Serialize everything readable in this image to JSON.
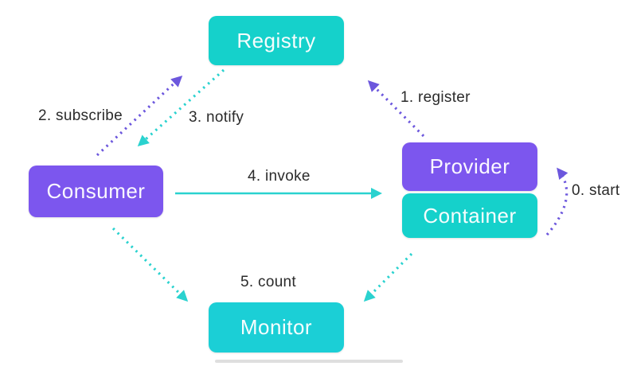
{
  "nodes": {
    "registry": {
      "label": "Registry"
    },
    "consumer": {
      "label": "Consumer"
    },
    "provider": {
      "label": "Provider"
    },
    "container": {
      "label": "Container"
    },
    "monitor": {
      "label": "Monitor"
    }
  },
  "edges": {
    "start": {
      "label": "0. start"
    },
    "register": {
      "label": "1. register"
    },
    "subscribe": {
      "label": "2. subscribe"
    },
    "notify": {
      "label": "3. notify"
    },
    "invoke": {
      "label": "4. invoke"
    },
    "count": {
      "label": "5. count"
    }
  },
  "colors": {
    "box_cyan": "#15d1cb",
    "box_cyan_monitor": "#1bcfd6",
    "box_purple": "#7c56ee",
    "arrow_purple": "#6c57dd",
    "arrow_cyan": "#2ad2cf",
    "label_color": "#2b2b2b",
    "divider": "#d9d9d9"
  }
}
